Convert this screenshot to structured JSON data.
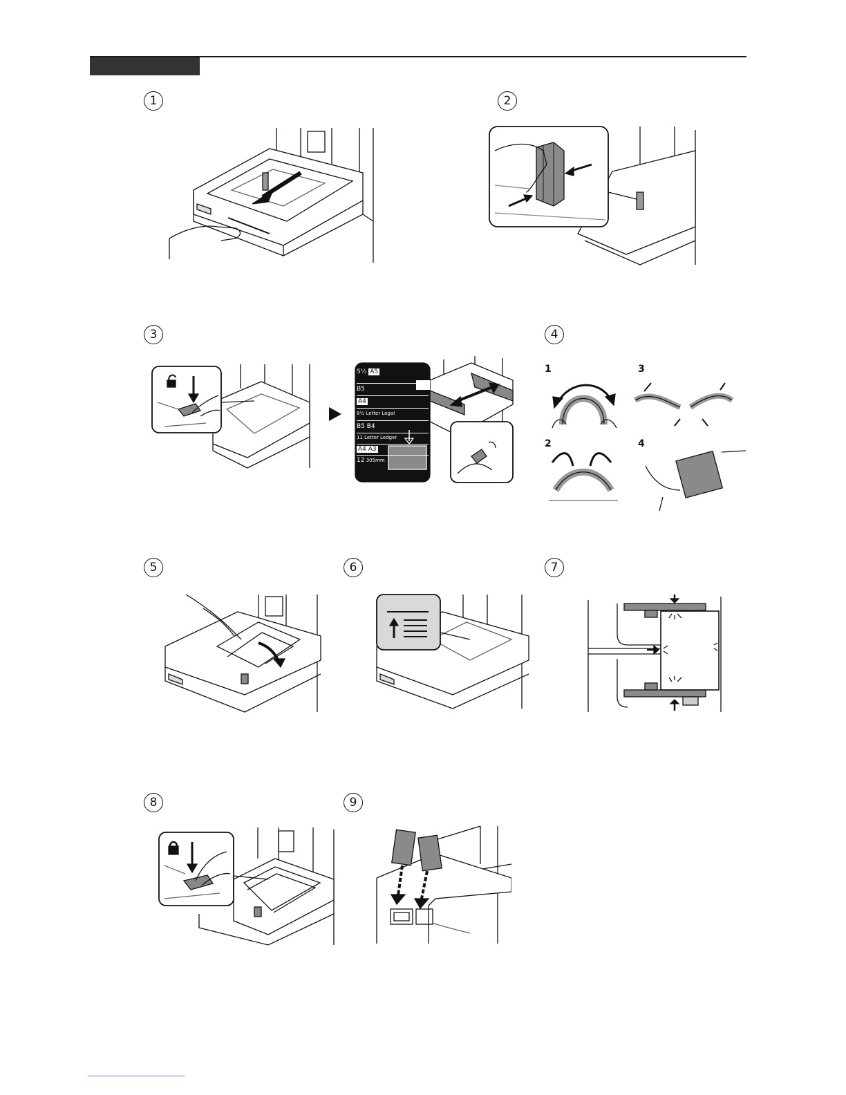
{
  "steps": [
    {
      "n": "1"
    },
    {
      "n": "2"
    },
    {
      "n": "3"
    },
    {
      "n": "4"
    },
    {
      "n": "5"
    },
    {
      "n": "6"
    },
    {
      "n": "7"
    },
    {
      "n": "8"
    },
    {
      "n": "9"
    }
  ],
  "fan_steps": [
    "1",
    "2",
    "3",
    "4"
  ],
  "size_labels": [
    {
      "num": "5½",
      "text": "A5"
    },
    {
      "num": "",
      "text": "B5"
    },
    {
      "num": "",
      "text": "A4"
    },
    {
      "num": "8½",
      "text": "Letter Legal"
    },
    {
      "num": "",
      "text": "B5 B4"
    },
    {
      "num": "11",
      "text": "Letter Ledger"
    },
    {
      "num": "",
      "text": "A4 A3"
    },
    {
      "num": "12",
      "text": "305mm"
    }
  ],
  "colors": {
    "tab": "#333333",
    "rule": "#1a1a1a",
    "gray": "#8a8a8a",
    "light": "#d9d9d9"
  }
}
